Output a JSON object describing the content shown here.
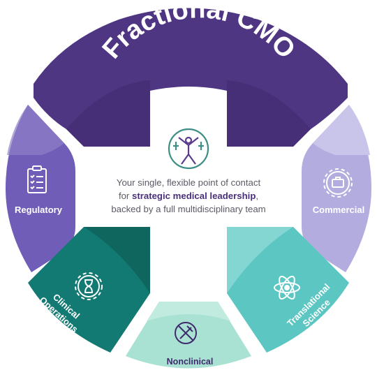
{
  "title": "Fractional CMO",
  "center": {
    "line1": "Your single, flexible point of contact",
    "line2_prefix": "for ",
    "line2_bold": "strategic medical leadership",
    "line2_suffix": ",",
    "line3": "backed by a full multidisciplinary team"
  },
  "segments": {
    "regulatory": {
      "label": "Regulatory",
      "icon": "clipboard-checklist-icon"
    },
    "commercial": {
      "label": "Commercial",
      "icon": "gear-briefcase-icon"
    },
    "clinical": {
      "label_line1": "Clinical",
      "label_line2": "Operations",
      "icon": "gear-hourglass-icon"
    },
    "translational": {
      "label_line1": "Translational",
      "label_line2": "Science",
      "icon": "atom-icon"
    },
    "nonclinical": {
      "label": "Nonclinical",
      "icon": "no-syringe-icon"
    }
  },
  "colors": {
    "cmo_dark": "#3f2a6e",
    "cmo": "#4f3682",
    "regulatory": "#6f5db8",
    "regulatory_dark": "#5b4aa3",
    "commercial": "#b3acdf",
    "commercial_light": "#c9c4ea",
    "clinical": "#137a73",
    "clinical_dark": "#0e665f",
    "translational": "#5cc6c3",
    "translational_light": "#84d6d3",
    "nonclinical": "#a9e2d3",
    "nonclinical_light": "#c2ebe0",
    "center_icon": "#3d8f86",
    "center_icon_purple": "#5b3c8f"
  }
}
